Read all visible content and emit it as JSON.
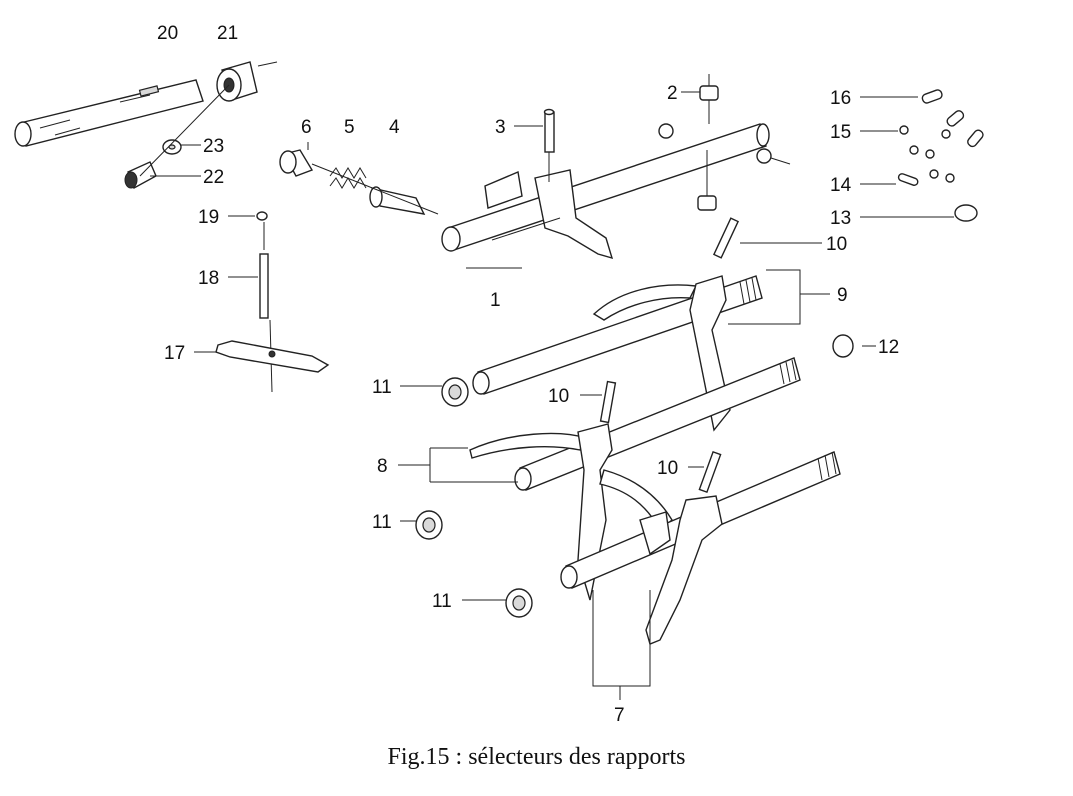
{
  "caption": "Fig.15 : sélecteurs des rapports",
  "callouts": {
    "c20": "20",
    "c21": "21",
    "c23": "23",
    "c22": "22",
    "c19": "19",
    "c18": "18",
    "c17": "17",
    "c6": "6",
    "c5": "5",
    "c4": "4",
    "c3": "3",
    "c2": "2",
    "c1": "1",
    "c16": "16",
    "c15": "15",
    "c14": "14",
    "c13": "13",
    "c10a": "10",
    "c9": "9",
    "c12": "12",
    "c11a": "11",
    "c10b": "10",
    "c8": "8",
    "c10c": "10",
    "c11b": "11",
    "c11c": "11",
    "c7": "7"
  }
}
